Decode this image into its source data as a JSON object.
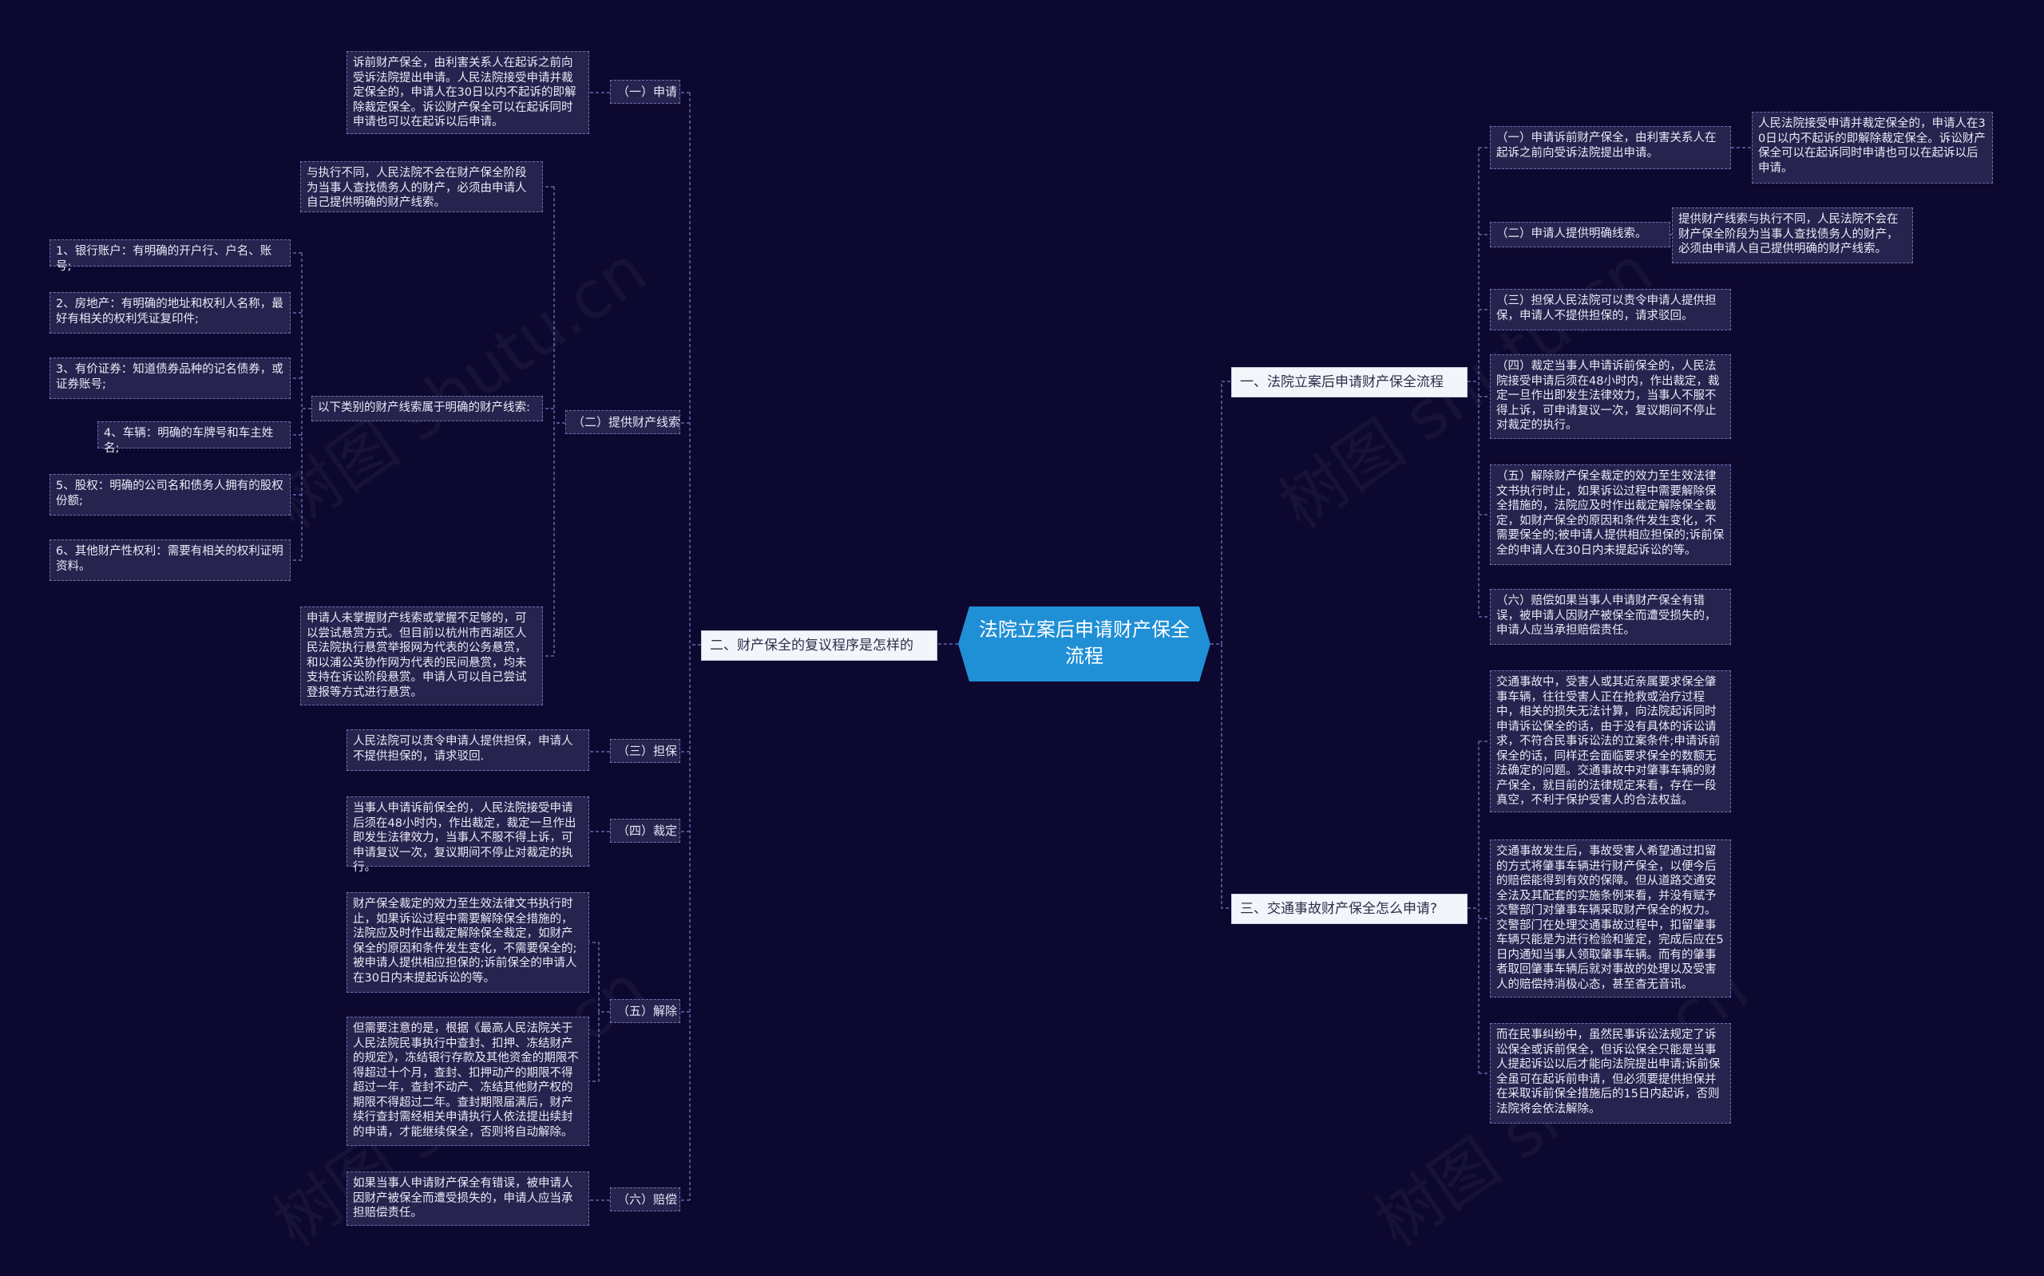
{
  "root": "法院立案后申请财产保全流程",
  "branches": {
    "b1": "一、法院立案后申请财产保全流程",
    "b2": "二、财产保全的复议程序是怎样的",
    "b3": "三、交通事故财产保全怎么申请?"
  },
  "right": {
    "r1": "（一）申请诉前财产保全，由利害关系人在起诉之前向受诉法院提出申请。",
    "r1d": "人民法院接受申请并裁定保全的，申请人在30日以内不起诉的即解除裁定保全。诉讼财产保全可以在起诉同时申请也可以在起诉以后申请。",
    "r2": "（二）申请人提供明确线索。",
    "r2d": "提供财产线索与执行不同，人民法院不会在财产保全阶段为当事人查找债务人的财产，必须由申请人自己提供明确的财产线索。",
    "r3": "（三）担保人民法院可以责令申请人提供担保，申请人不提供担保的，请求驳回。",
    "r4": "（四）裁定当事人申请诉前保全的，人民法院接受申请后须在48小时内，作出裁定，裁定一旦作出即发生法律效力，当事人不服不得上诉，可申请复议一次，复议期间不停止对裁定的执行。",
    "r5": "（五）解除财产保全裁定的效力至生效法律文书执行时止，如果诉讼过程中需要解除保全措施的，法院应及时作出裁定解除保全裁定，如财产保全的原因和条件发生变化，不需要保全的;被申请人提供相应担保的;诉前保全的申请人在30日内未提起诉讼的等。",
    "r6": "（六）赔偿如果当事人申请财产保全有错误，被申请人因财产被保全而遭受损失的，申请人应当承担赔偿责任。",
    "t1": "交通事故中，受害人或其近亲属要求保全肇事车辆，往往受害人正在抢救或治疗过程中，相关的损失无法计算，向法院起诉同时申请诉讼保全的话，由于没有具体的诉讼请求，不符合民事诉讼法的立案条件;申请诉前保全的话，同样还会面临要求保全的数额无法确定的问题。交通事故中对肇事车辆的财产保全，就目前的法律规定来看，存在一段真空，不利于保护受害人的合法权益。",
    "t2": "交通事故发生后，事故受害人希望通过扣留的方式将肇事车辆进行财产保全，以便今后的赔偿能得到有效的保障。但从道路交通安全法及其配套的实施条例来看，并没有赋予交警部门对肇事车辆采取财产保全的权力。交警部门在处理交通事故过程中，扣留肇事车辆只能是为进行检验和鉴定，完成后应在5日内通知当事人领取肇事车辆。而有的肇事者取回肇事车辆后就对事故的处理以及受害人的赔偿持消极心态，甚至杳无音讯。",
    "t3": "而在民事纠纷中，虽然民事诉讼法规定了诉讼保全或诉前保全，但诉讼保全只能是当事人提起诉讼以后才能向法院提出申请;诉前保全虽可在起诉前申请，但必须要提供担保并在采取诉前保全措施后的15日内起诉，否则法院将会依法解除。"
  },
  "left": {
    "l1": "（一）申请",
    "l1d": "诉前财产保全，由利害关系人在起诉之前向受诉法院提出申请。人民法院接受申请并裁定保全的，申请人在30日以内不起诉的即解除裁定保全。诉讼财产保全可以在起诉同时申请也可以在起诉以后申请。",
    "l2": "（二）提供财产线索",
    "l2a": "与执行不同，人民法院不会在财产保全阶段为当事人查找债务人的财产，必须由申请人自己提供明确的财产线索。",
    "l2b": "以下类别的财产线索属于明确的财产线索:",
    "items": [
      "1、银行账户：有明确的开户行、户名、账号;",
      "2、房地产：有明确的地址和权利人名称，最好有相关的权利凭证复印件;",
      "3、有价证券：知道债券品种的记名债券，或证券账号;",
      "4、车辆：明确的车牌号和车主姓名;",
      "5、股权：明确的公司名和债务人拥有的股权份额;",
      "6、其他财产性权利：需要有相关的权利证明资料。"
    ],
    "l2c": "申请人未掌握财产线索或掌握不足够的，可以尝试悬赏方式。但目前以杭州市西湖区人民法院执行悬赏举报网为代表的公务悬赏，和以浦公英协作网为代表的民间悬赏，均未支持在诉讼阶段悬赏。申请人可以自己尝试登报等方式进行悬赏。",
    "l3": "（三）担保",
    "l3d": "人民法院可以责令申请人提供担保，申请人不提供担保的，请求驳回.",
    "l4": "（四）裁定",
    "l4d": "当事人申请诉前保全的，人民法院接受申请后须在48小时内，作出裁定，裁定一旦作出即发生法律效力，当事人不服不得上诉，可申请复议一次，复议期间不停止对裁定的执行。",
    "l5": "（五）解除",
    "l5a": "财产保全裁定的效力至生效法律文书执行时止，如果诉讼过程中需要解除保全措施的，法院应及时作出裁定解除保全裁定，如财产保全的原因和条件发生变化，不需要保全的;被申请人提供相应担保的;诉前保全的申请人在30日内未提起诉讼的等。",
    "l5b": "但需要注意的是，根据《最高人民法院关于人民法院民事执行中查封、扣押、冻结财产的规定》，冻结银行存款及其他资金的期限不得超过十个月，查封、扣押动产的期限不得超过一年，查封不动产、冻结其他财产权的期限不得超过二年。查封期限届满后，财产续行查封需经相关申请执行人依法提出续封的申请，才能继续保全，否则将自动解除。",
    "l6": "（六）赔偿",
    "l6d": "如果当事人申请财产保全有错误，被申请人因财产被保全而遭受损失的，申请人应当承担赔偿责任。"
  },
  "watermark": "树图 shutu.cn",
  "colors": {
    "background": "#0d0830",
    "root": "#1f8fd6",
    "node": "#26234e",
    "line": "#5b6aa8"
  }
}
